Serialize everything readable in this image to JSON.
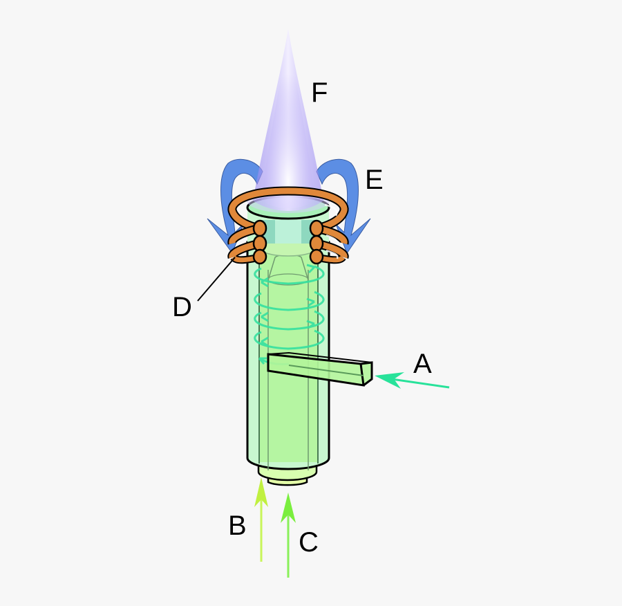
{
  "diagram": {
    "subject": "inductively coupled plasma torch",
    "labels": {
      "A": "A",
      "B": "B",
      "C": "C",
      "D": "D",
      "E": "E",
      "F": "F"
    },
    "colors": {
      "background": "#f7f7f7",
      "torch_outer": "#c8f7d0",
      "torch_inner": "#b2f59a",
      "injector": "#e4ffa8",
      "coil": "#e0883a",
      "magnetic_field": "#4f86e3",
      "plasma": "#a898f5",
      "swirl_gas": "#35e0a0",
      "gas_B": "#c8f55a",
      "gas_C": "#7aee3e",
      "outline": "#000000"
    }
  }
}
